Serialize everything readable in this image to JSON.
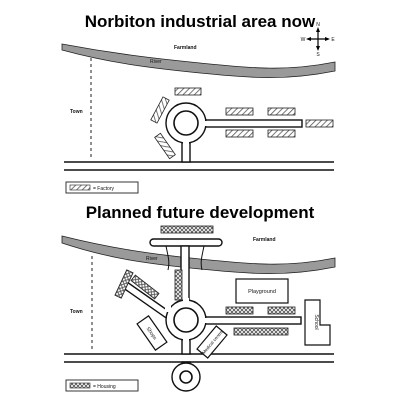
{
  "maps": [
    {
      "title": "Norbiton industrial area now",
      "labels": {
        "river": "River",
        "farmland": "Farmland",
        "town": "Town"
      },
      "legend": {
        "label": "= Factory"
      }
    },
    {
      "title": "Planned future development",
      "labels": {
        "river": "River",
        "farmland": "Farmland",
        "town": "Town",
        "playground": "Playground",
        "shops": "Shops",
        "medical_centre": "Medical centre",
        "school": "School"
      },
      "legend": {
        "label": "= Housing"
      }
    }
  ],
  "compass": {
    "n": "N",
    "s": "S",
    "e": "E",
    "w": "W"
  },
  "colors": {
    "river_fill": "#9a9a9a",
    "road_stroke": "#111111",
    "pattern_line": "#555555"
  }
}
